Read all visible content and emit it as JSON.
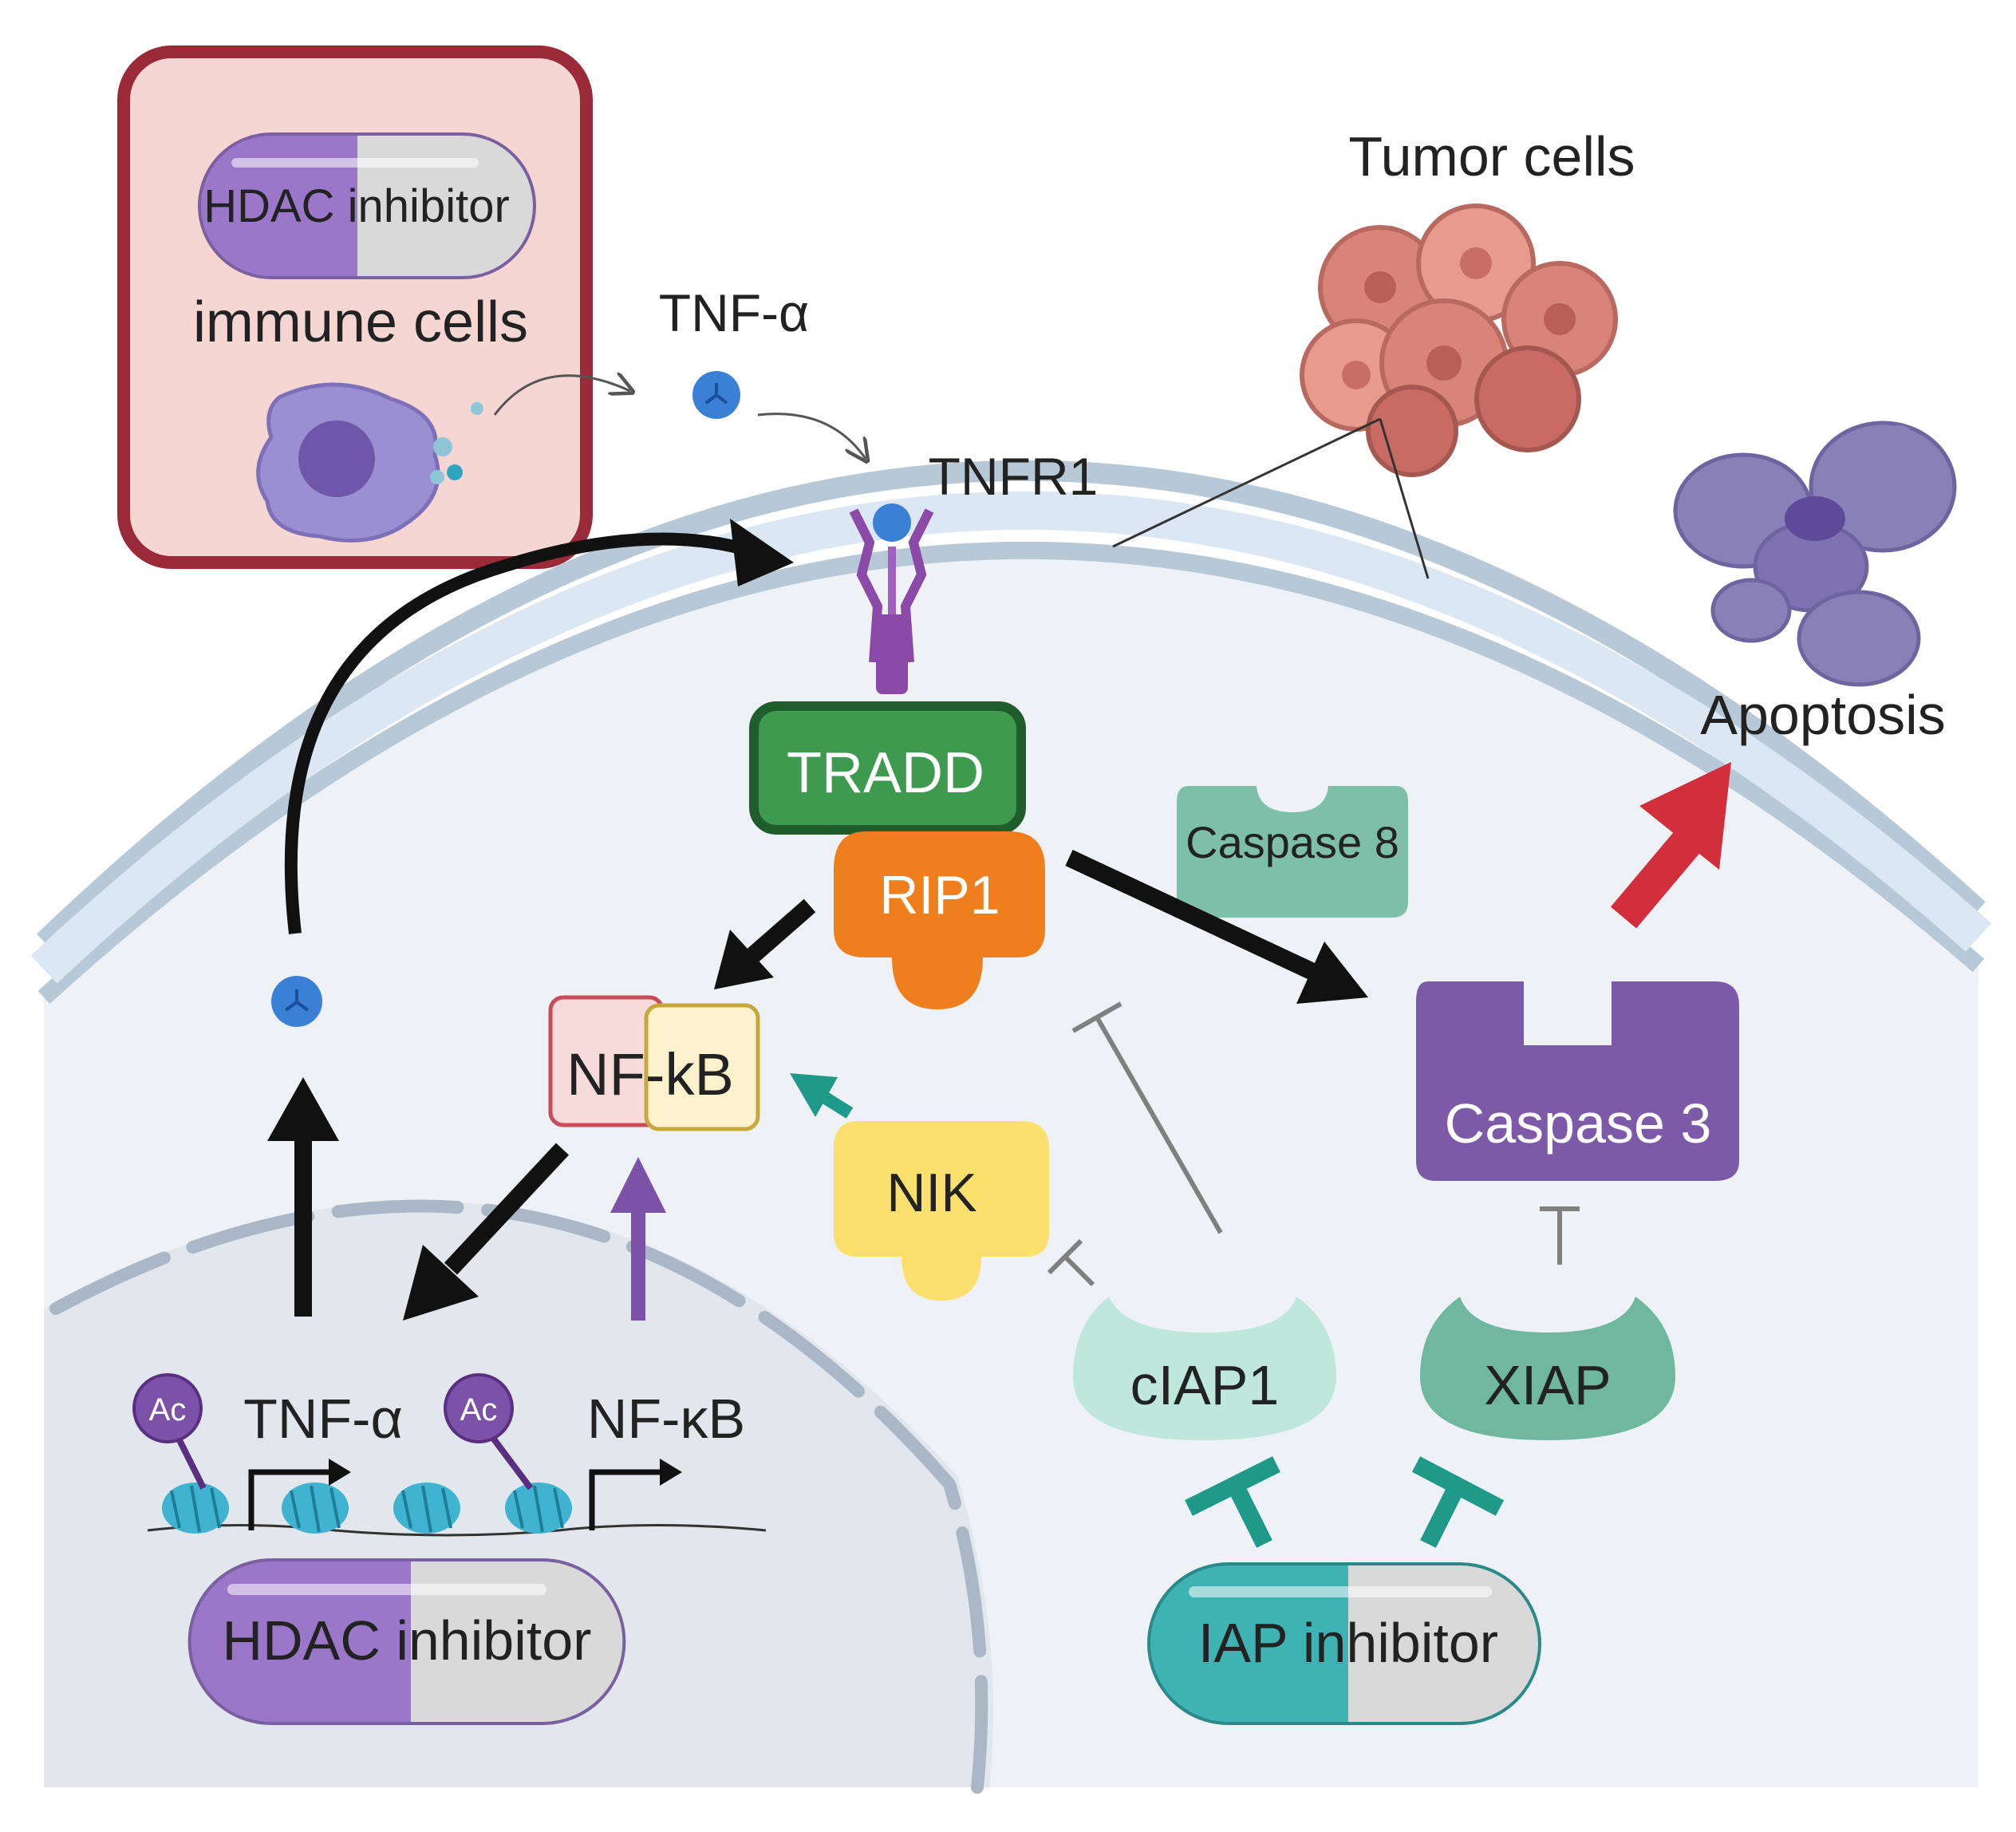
{
  "labels": {
    "hdac_top": "HDAC inhibitor",
    "immune_cells": "immune cells",
    "tnf_alpha_extracellular": "TNF-α",
    "tnfr1": "TNFR1",
    "tumor_cells": "Tumor cells",
    "apoptosis": "Apoptosis",
    "tradd": "TRADD",
    "rip1": "RIP1",
    "caspase8": "Caspase 8",
    "caspase3": "Caspase 3",
    "nfkb_complex": "NF-kB",
    "nik": "NIK",
    "ciap1": "cIAP1",
    "xiap": "XIAP",
    "ac_1": "Ac",
    "ac_2": "Ac",
    "gene_tnf": "TNF-α",
    "gene_nfkb": "NF-κB",
    "hdac_bottom": "HDAC inhibitor",
    "iap_inhibitor": "IAP inhibitor"
  },
  "colors": {
    "immune_box_border": "#9b2a38",
    "immune_box_fill": "#f6d6d2",
    "pill_purple": "#9a77c8",
    "pill_gray": "#d9d9d9",
    "pill_teal": "#3fb3b3",
    "tradd": "#3e9a4e",
    "tradd_border": "#1f5d2c",
    "rip1": "#ee7f1c",
    "caspase8": "#7dbfa8",
    "caspase3": "#7c5aa8",
    "nik": "#fbe06e",
    "ciap1": "#bfe7dc",
    "xiap": "#6fb79f",
    "arrow_black": "#111111",
    "arrow_teal": "#1f9a8a",
    "arrow_purple": "#7b52a8",
    "arrow_red": "#d12f3c",
    "inhibit_teal": "#1f9a8a",
    "inhibit_gray": "#808080",
    "tnf_ball": "#3a80d6",
    "cell_membrane": "#b7c8d6",
    "cytoplasm": "#eef2f6",
    "nucleus": "#e2e7ee"
  }
}
